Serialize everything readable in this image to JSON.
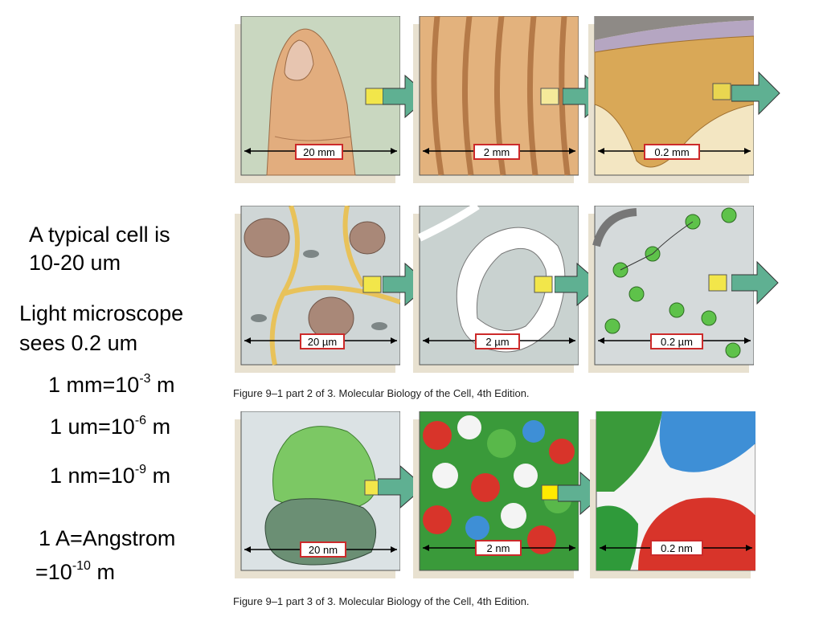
{
  "notes": {
    "cell_size_line1": "A typical cell is",
    "cell_size_line2": "10-20 um",
    "light_line1": "Light microscope",
    "light_line2": "sees 0.2 um",
    "mm_base": "1 mm=10",
    "mm_exp": "-3",
    "mm_unit": " m",
    "um_base": "1 um=10",
    "um_exp": "-6",
    "um_unit": " m",
    "nm_base": "1 nm=10",
    "nm_exp": "-9",
    "nm_unit": " m",
    "angstrom_line1": "1 A=Angstrom",
    "angstrom_base": "=10",
    "angstrom_exp": "-10",
    "angstrom_unit": " m"
  },
  "row1": {
    "scales": [
      "20 mm",
      "2 mm",
      "0.2 mm"
    ]
  },
  "row2": {
    "scales": [
      "20 µm",
      "2 µm",
      "0.2 µm"
    ],
    "caption": "Figure 9–1 part 2 of 3. Molecular Biology of the Cell, 4th Edition."
  },
  "row3": {
    "scales": [
      "20 nm",
      "2 nm",
      "0.2 nm"
    ],
    "caption": "Figure 9–1 part 3 of 3. Molecular Biology of the Cell, 4th Edition."
  },
  "colors": {
    "arrow": "#5fb092",
    "scale_box": "#cc2a2a",
    "highlight": "#f2e64a"
  }
}
